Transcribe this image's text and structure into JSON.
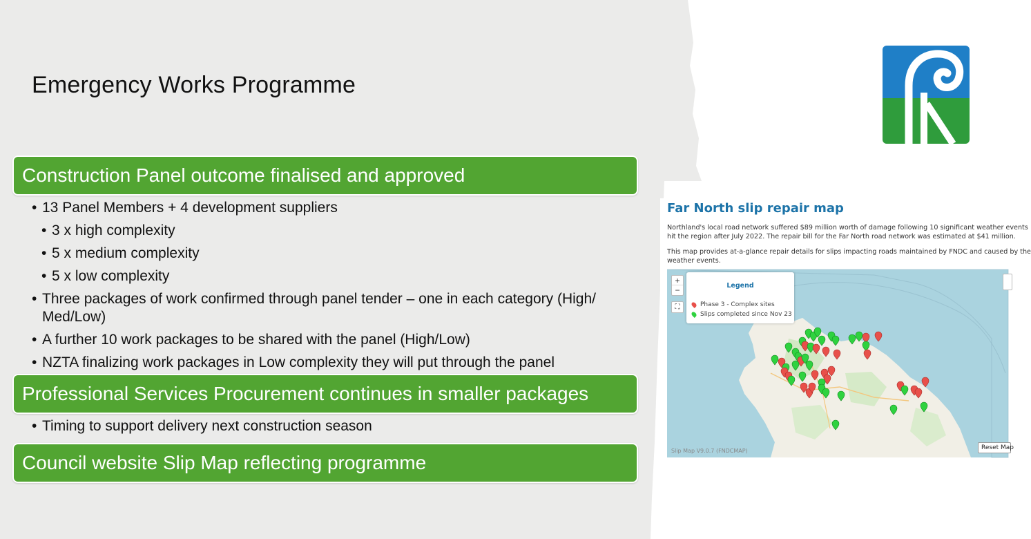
{
  "slide": {
    "title": "Emergency Works Programme"
  },
  "sections": [
    {
      "heading": "Construction Panel outcome finalised and approved",
      "bullets": [
        "13 Panel Members + 4 development suppliers",
        "3 x high complexity",
        "5 x medium complexity",
        "5 x low complexity",
        "Three packages of work confirmed through panel tender – one in each category (High/ Med/Low)",
        "A further 10 work packages to be shared with the panel (High/Low)",
        "NZTA finalizing work packages in Low complexity they will put through the panel"
      ]
    },
    {
      "heading": "Professional Services Procurement continues in smaller packages",
      "bullets": [
        "Timing to support delivery next construction season"
      ]
    },
    {
      "heading": "Council website Slip Map reflecting programme",
      "bullets": []
    }
  ],
  "map_panel": {
    "title": "Far North slip repair map",
    "paragraph1_line1": "Northland's local road network suffered $89 million worth of damage following 10 significant weather events",
    "paragraph1_line2": "hit the region after July 2022. The repair bill for the Far North road network was estimated at $41 million.",
    "paragraph2_line1": "This map provides at-a-glance repair details for slips impacting roads maintained by FNDC and caused by the",
    "paragraph2_line2": "weather events.",
    "zoom_in": "+",
    "zoom_out": "−",
    "fullscreen": "⛶",
    "legend": {
      "title": "Legend",
      "items": [
        {
          "label": "Phase 3 - Complex sites",
          "color": "#e8504a"
        },
        {
          "label": "Slips completed since Nov 23",
          "color": "#2fd23f"
        }
      ]
    },
    "footer": "Slip Map V9.0.7 (FNDCMAP)",
    "reset_button": "Reset Map",
    "marker_colors": {
      "red": "#e8504a",
      "green": "#2fd23f"
    }
  },
  "colors": {
    "section_bar": "#52a532",
    "logo_blue": "#1f7fc7",
    "logo_green": "#2f9c3c",
    "map_title": "#1c73a8"
  }
}
